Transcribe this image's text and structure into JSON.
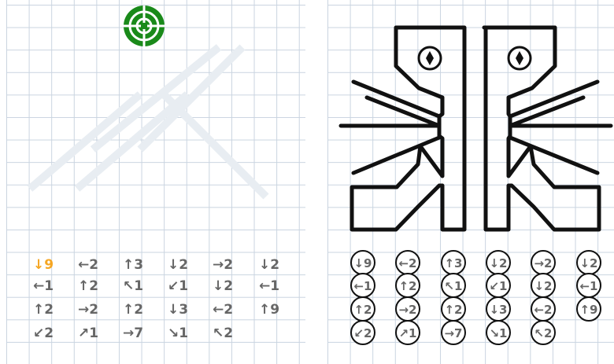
{
  "colors": {
    "grid": "#c9d4e0",
    "target_green": "#1a8a1a",
    "highlight": "#f5a623",
    "instruction_gray": "#666666",
    "line_black": "#111111"
  },
  "target": {
    "icon": "crosshair-target-icon"
  },
  "instructions": [
    [
      "↓9",
      "←2",
      "↑3",
      "↓2",
      "→2",
      "↓2"
    ],
    [
      "←1",
      "↑2",
      "↖1",
      "↙1",
      "↓2",
      "←1"
    ],
    [
      "↑2",
      "→2",
      "↑2",
      "↓3",
      "←2",
      "↑9"
    ],
    [
      "↙2",
      "↗1",
      "→7",
      "↘1",
      "↖2"
    ]
  ]
}
